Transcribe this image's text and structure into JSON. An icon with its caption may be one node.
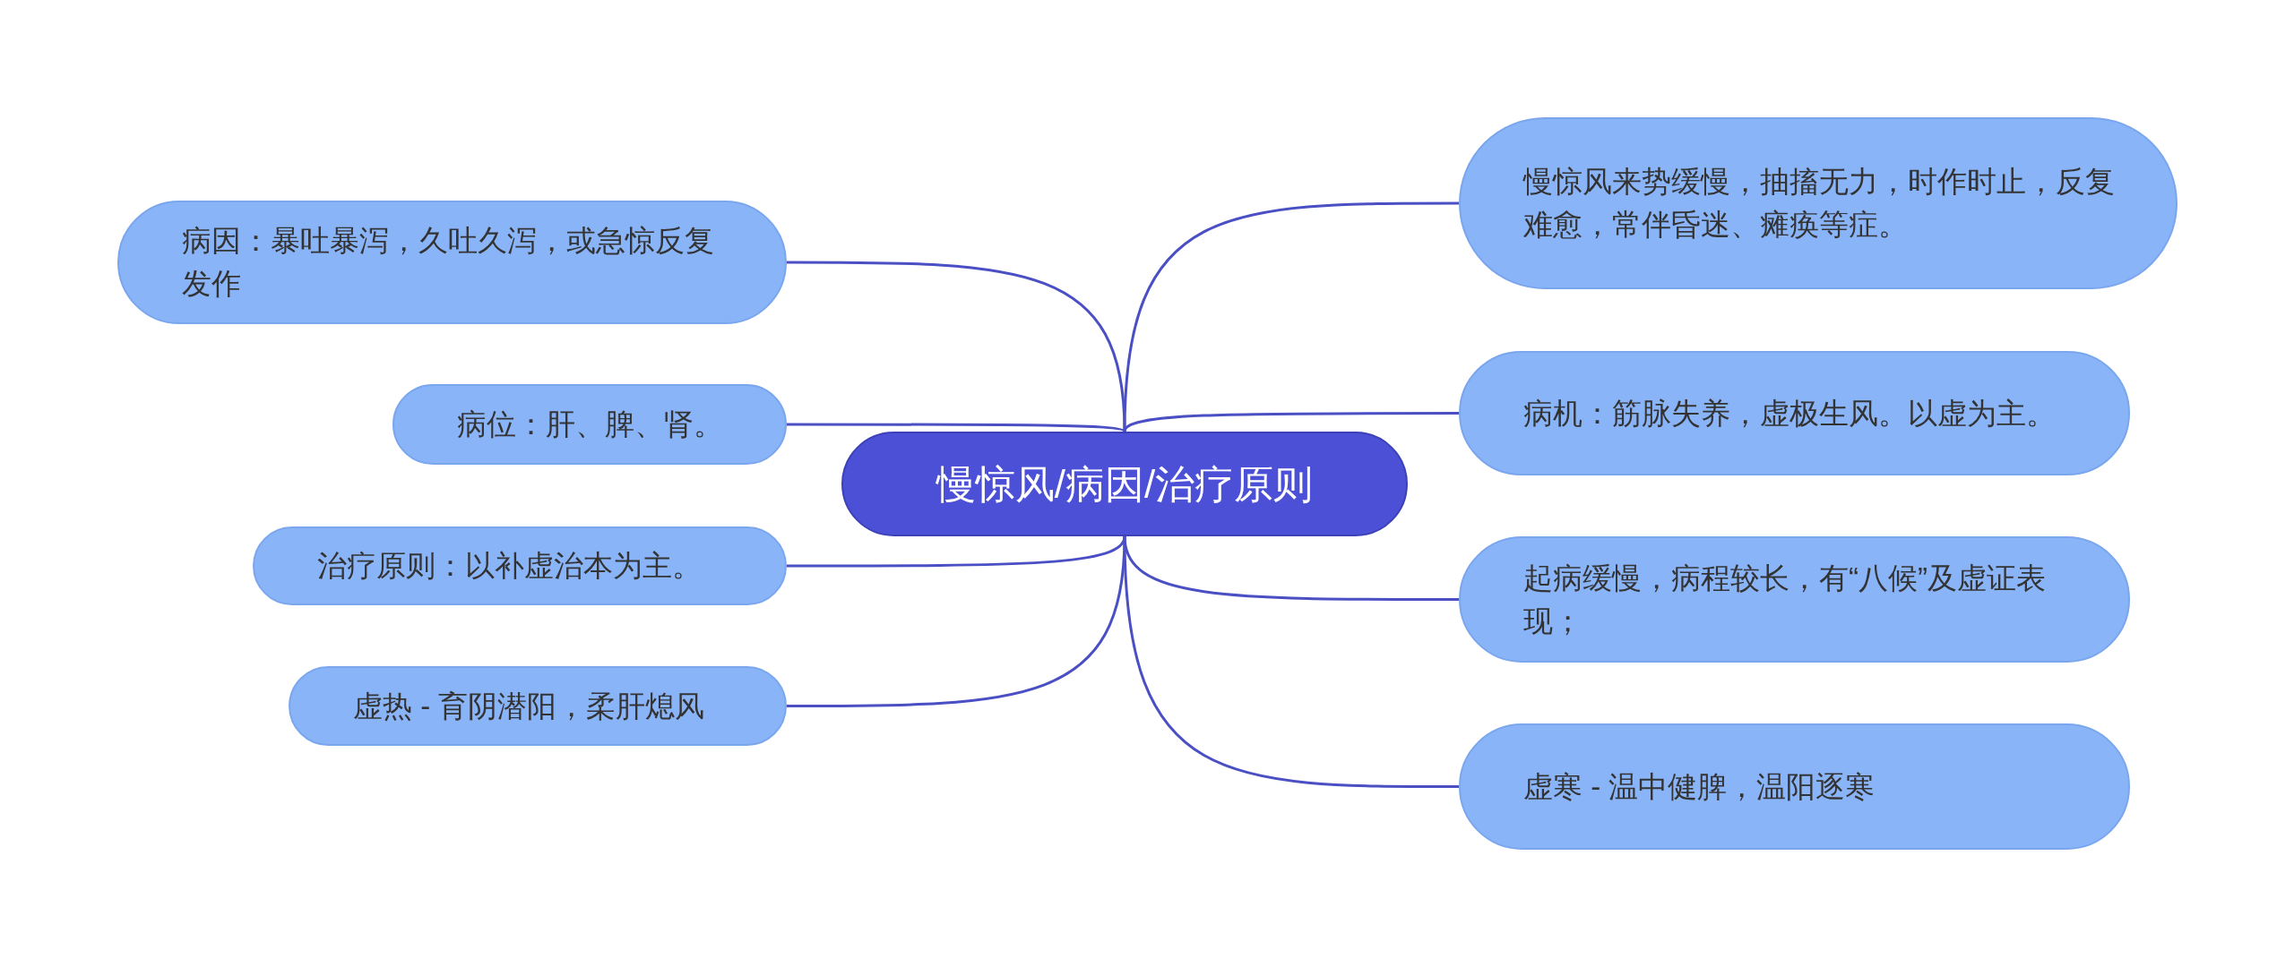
{
  "diagram": {
    "nodes": [
      {
        "text": [
          "慢惊风/病因/治疗原则"
        ]
      },
      {
        "text": [
          "病因：暴吐暴泻，久吐久泻，或急惊反复发作"
        ]
      },
      {
        "text": [
          "病位：肝、脾、肾。"
        ]
      },
      {
        "text": [
          "治疗原则：以补虚治本为主。"
        ]
      },
      {
        "text": [
          "虚热 - 育阴潜阳，柔肝熄风"
        ]
      },
      {
        "text": [
          "慢惊风来势缓慢，抽搐无力，时作时止，反复难愈，常伴昏迷、瘫痪等症。"
        ]
      },
      {
        "text": [
          "病机：筋脉失养，虚极生风。以虚为主。"
        ]
      },
      {
        "text": [
          "起病缓慢，病程较长，有“八候”及虚证表现；"
        ]
      },
      {
        "text": [
          "虚寒 - 温中健脾，温阳逐寒"
        ]
      }
    ],
    "edges": [
      {
        "from": 0,
        "to": 1,
        "arrow": "none"
      },
      {
        "from": 0,
        "to": 2,
        "arrow": "none"
      },
      {
        "from": 0,
        "to": 3,
        "arrow": "none"
      },
      {
        "from": 0,
        "to": 4,
        "arrow": "none"
      },
      {
        "from": 0,
        "to": 5,
        "arrow": "none"
      },
      {
        "from": 0,
        "to": 6,
        "arrow": "none"
      },
      {
        "from": 0,
        "to": 7,
        "arrow": "none"
      },
      {
        "from": 0,
        "to": 8,
        "arrow": "none"
      }
    ]
  }
}
